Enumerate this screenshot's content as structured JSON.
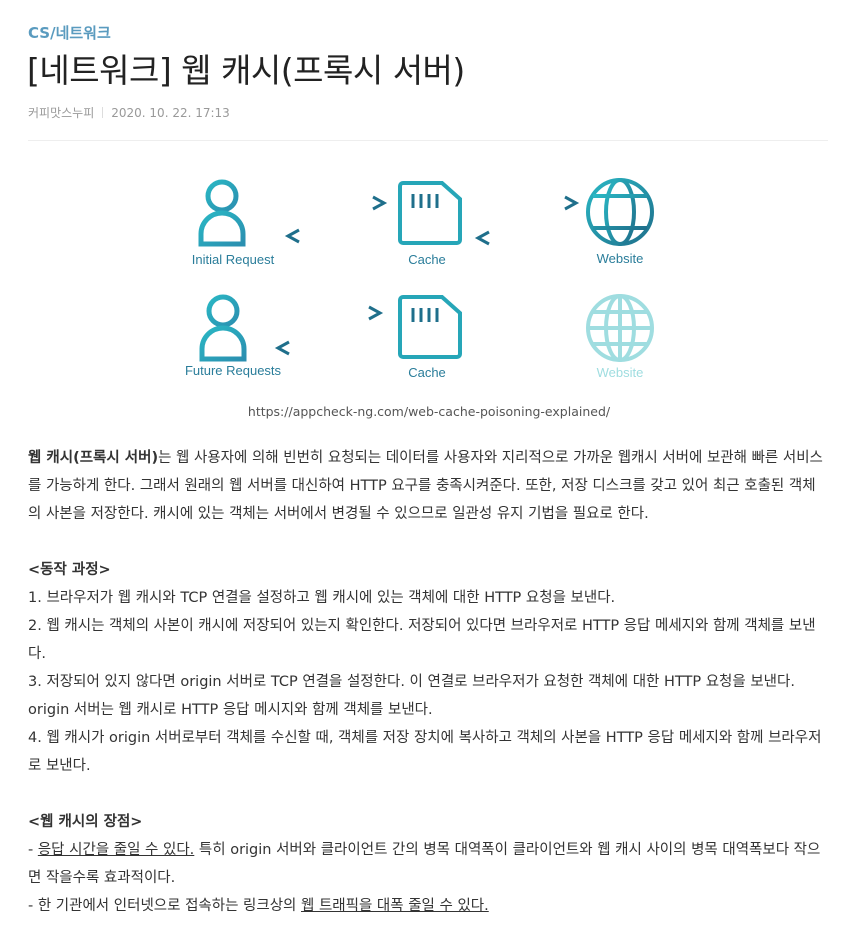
{
  "header": {
    "category": "CS/네트워크",
    "title": "[네트워크] 웹 캐시(프록시 서버)",
    "author": "커피맛스누피",
    "date": "2020. 10. 22. 17:13"
  },
  "figure": {
    "labels": {
      "initial": "Initial Request",
      "future": "Future Requests",
      "cache1": "Cache",
      "cache2": "Cache",
      "website1": "Website",
      "website2": "Website"
    },
    "colors": {
      "teal": "#22b3bf",
      "navy": "#1f6f8b",
      "green": "#49c49a",
      "faded": "#9fdde0"
    },
    "caption": "https://appcheck-ng.com/web-cache-poisoning-explained/"
  },
  "article": {
    "intro_bold": "웹 캐시(프록시 서버)",
    "intro_rest": "는 웹 사용자에 의해 빈번히 요청되는 데이터를 사용자와 지리적으로 가까운 웹캐시 서버에 보관해 빠른 서비스를 가능하게 한다. 그래서 원래의 웹 서버를 대신하여 HTTP 요구를 충족시켜준다. 또한, 저장 디스크를 갖고 있어 최근 호출된 객체의 사본을 저장한다. 캐시에 있는 객체는 서버에서 변경될 수 있으므로 일관성 유지 기법을 필요로 한다.",
    "process_heading": "<동작 과정>",
    "steps": [
      "1. 브라우저가 웹 캐시와 TCP 연결을 설정하고 웹 캐시에 있는 객체에 대한 HTTP 요청을 보낸다.",
      "2. 웹 캐시는 객체의 사본이 캐시에 저장되어 있는지 확인한다. 저장되어 있다면 브라우저로 HTTP 응답 메세지와 함께 객체를 보낸다.",
      "3. 저장되어 있지 않다면 origin 서버로 TCP 연결을 설정한다. 이 연결로 브라우저가 요청한 객체에 대한 HTTP 요청을 보낸다. origin 서버는 웹 캐시로 HTTP 응답 메시지와 함께 객체를 보낸다.",
      "4. 웹 캐시가 origin 서버로부터 객체를 수신할 때, 객체를 저장 장치에 복사하고 객체의 사본을 HTTP 응답 메세지와 함께 브라우저로 보낸다."
    ],
    "advantages_heading": "<웹 캐시의 장점>",
    "adv1_prefix": "- ",
    "adv1_underline": "응답 시간을 줄일 수 있다.",
    "adv1_rest": " 특히 origin 서버와 클라이언트 간의 병목 대역폭이 클라이언트와 웹 캐시 사이의 병목 대역폭보다 작으면 작을수록 효과적이다.",
    "adv2_prefix": "- 한 기관에서 인터넷으로 접속하는 링크상의 ",
    "adv2_underline": "웹 트래픽을 대폭 줄일 수 있다."
  }
}
